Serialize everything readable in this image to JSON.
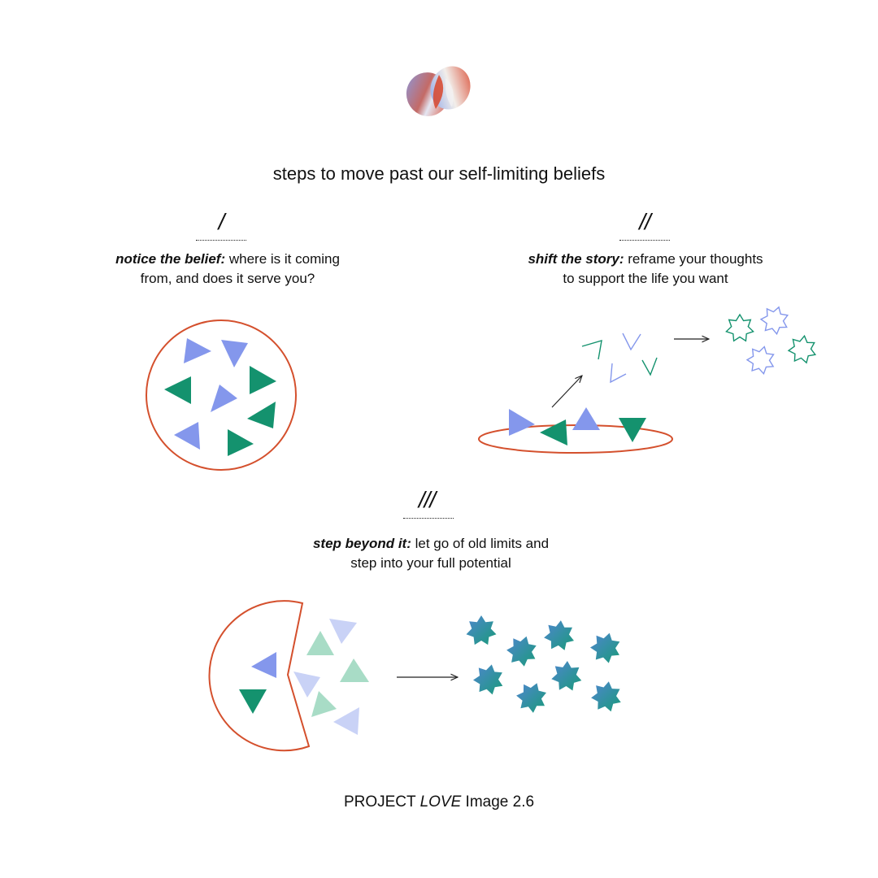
{
  "title": "steps to move past our self-limiting beliefs",
  "steps": [
    {
      "numeral": "/",
      "emphasis": "notice the belief:",
      "text_line1": "where is it coming",
      "text_line2": "from, and does it serve you?"
    },
    {
      "numeral": "//",
      "emphasis": "shift the story:",
      "text_line1": "reframe your thoughts",
      "text_line2": "to support the life you want"
    },
    {
      "numeral": "///",
      "emphasis": "step beyond it:",
      "text_line1": "let go of old limits and",
      "text_line2": "step into your full potential"
    }
  ],
  "caption": {
    "prefix": "PROJECT",
    "brand": "LOVE",
    "suffix": "Image 2.6"
  },
  "colors": {
    "blue": "#8497ec",
    "green": "#14926e",
    "circle_stroke": "#d4502d",
    "light_green": "#a8dcc6",
    "light_blue": "#c9d2f6"
  },
  "icons": [
    "logo-blob-icon",
    "right-arrow-icon",
    "diagonal-arrow-icon",
    "triangle-icon",
    "star-icon"
  ]
}
